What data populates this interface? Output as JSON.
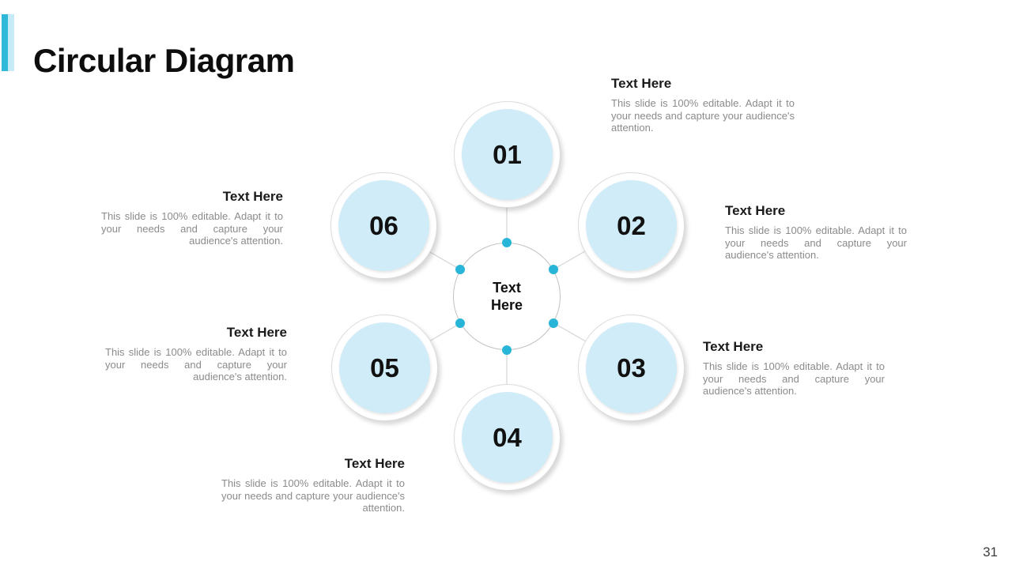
{
  "slide": {
    "title": "Circular Diagram",
    "page_number": "31",
    "colors": {
      "accent_dark": "#2fb9d9",
      "accent_light": "#c6eaf6",
      "node_fill": "#cfecf8",
      "dot": "#29b5d8",
      "connector_line": "#d6d6d6",
      "heading_text": "#1a1a1a",
      "body_text": "#8b8b8b"
    }
  },
  "diagram": {
    "center_label": "Text\nHere",
    "nodes": [
      {
        "number": "01"
      },
      {
        "number": "02"
      },
      {
        "number": "03"
      },
      {
        "number": "04"
      },
      {
        "number": "05"
      },
      {
        "number": "06"
      }
    ]
  },
  "text_blocks": [
    {
      "heading": "Text Here",
      "body": "This slide is 100% editable. Adapt it to your needs and capture your audience's attention."
    },
    {
      "heading": "Text Here",
      "body": "This slide is 100% editable. Adapt it to your needs and capture your audience's attention."
    },
    {
      "heading": "Text Here",
      "body": "This slide is 100% editable. Adapt it to your needs and capture your audience's attention."
    },
    {
      "heading": "Text Here",
      "body": "This slide is 100% editable. Adapt it to your needs and capture your audience's attention."
    },
    {
      "heading": "Text Here",
      "body": "This slide is 100% editable. Adapt it to your needs and capture your audience's attention."
    },
    {
      "heading": "Text Here",
      "body": "This slide is 100% editable. Adapt it to your needs and capture your audience's attention."
    }
  ]
}
